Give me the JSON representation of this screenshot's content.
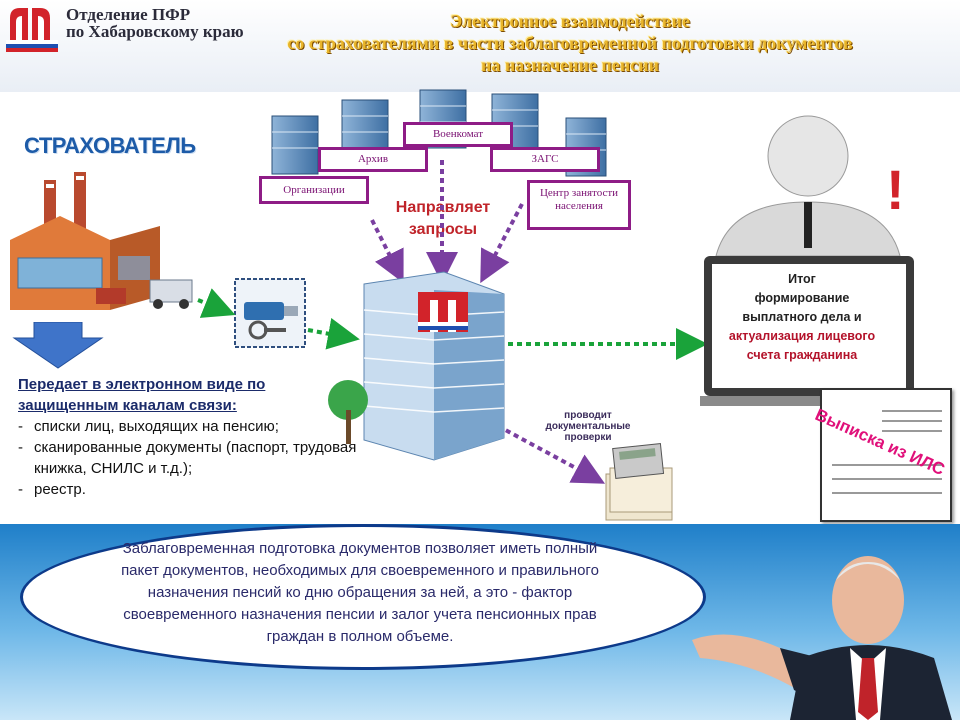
{
  "header": {
    "org_line1": "Отделение ПФР",
    "org_line2": "по Хабаровскому краю",
    "title_line1": "Электронное взаимодействие",
    "title_line2": "со страхователями  в части заблаговременной подготовки документов",
    "title_line3": "на назначение пенсии"
  },
  "agencies": {
    "voenkomat": "Военкомат",
    "arhiv": "Архив",
    "zags": "ЗАГС",
    "organizacii": "Организации",
    "czn": "Центр занятости населения"
  },
  "insurer_label": "СТРАХОВАТЕЛЬ",
  "requests_label_line1": "Направляет",
  "requests_label_line2": "запросы",
  "transfer": {
    "lead": "Передает в электронном виде по защищенным каналам связи:",
    "items": [
      "списки лиц, выходящих на пенсию;",
      "сканированные документы (паспорт, трудовая книжка, СНИЛС и т.д.);",
      "реестр."
    ]
  },
  "checks_label": "проводит документальные проверки",
  "result": {
    "line1": "Итог",
    "line2": "формирование",
    "line3": "выплатного дела и",
    "line4": "актуализация лицевого",
    "line5": "счета гражданина"
  },
  "ils_label": "Выписка из ИЛС",
  "exclamation": "!",
  "bottom_text": "Заблаговременная подготовка документов позволяет иметь полный пакет документов, необходимых для своевременного и правильного назначения пенсий ко дню обращения за ней, а это - фактор своевременного назначения пенсии и залог учета пенсионных прав граждан в полном объеме.",
  "colors": {
    "accent_magenta": "#8e1c86",
    "title_gold": "#e8b42a",
    "arrow_green": "#1aa33a",
    "arrow_purple": "#7a3fa0",
    "bottom_blue": "#1f7fc9",
    "insurer_blue": "#1d5ba8",
    "requests_red": "#c0242a"
  }
}
